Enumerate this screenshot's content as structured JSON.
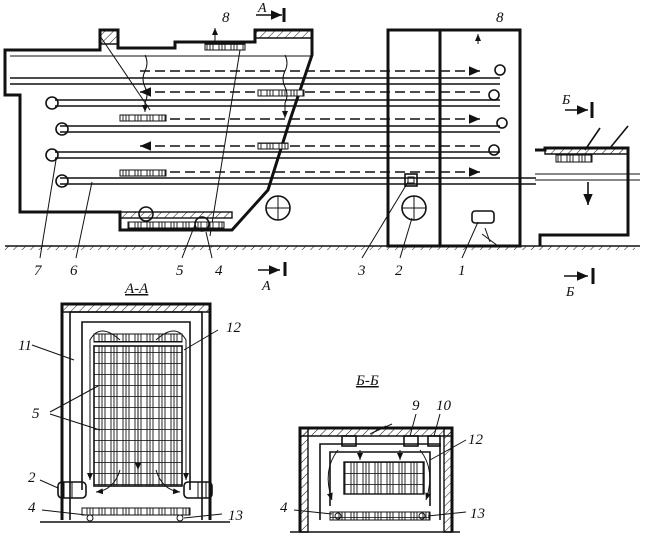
{
  "labels": {
    "n1": "1",
    "n2": "2",
    "n3": "3",
    "n4": "4",
    "n5": "5",
    "n6": "6",
    "n7": "7",
    "n8": "8",
    "n9": "9",
    "n10": "10",
    "n11": "11",
    "n12": "12",
    "n13": "13"
  },
  "section_marks": {
    "a": "А",
    "b": "Б"
  },
  "section_titles": {
    "aa": "А-А",
    "bb": "Б-Б"
  }
}
